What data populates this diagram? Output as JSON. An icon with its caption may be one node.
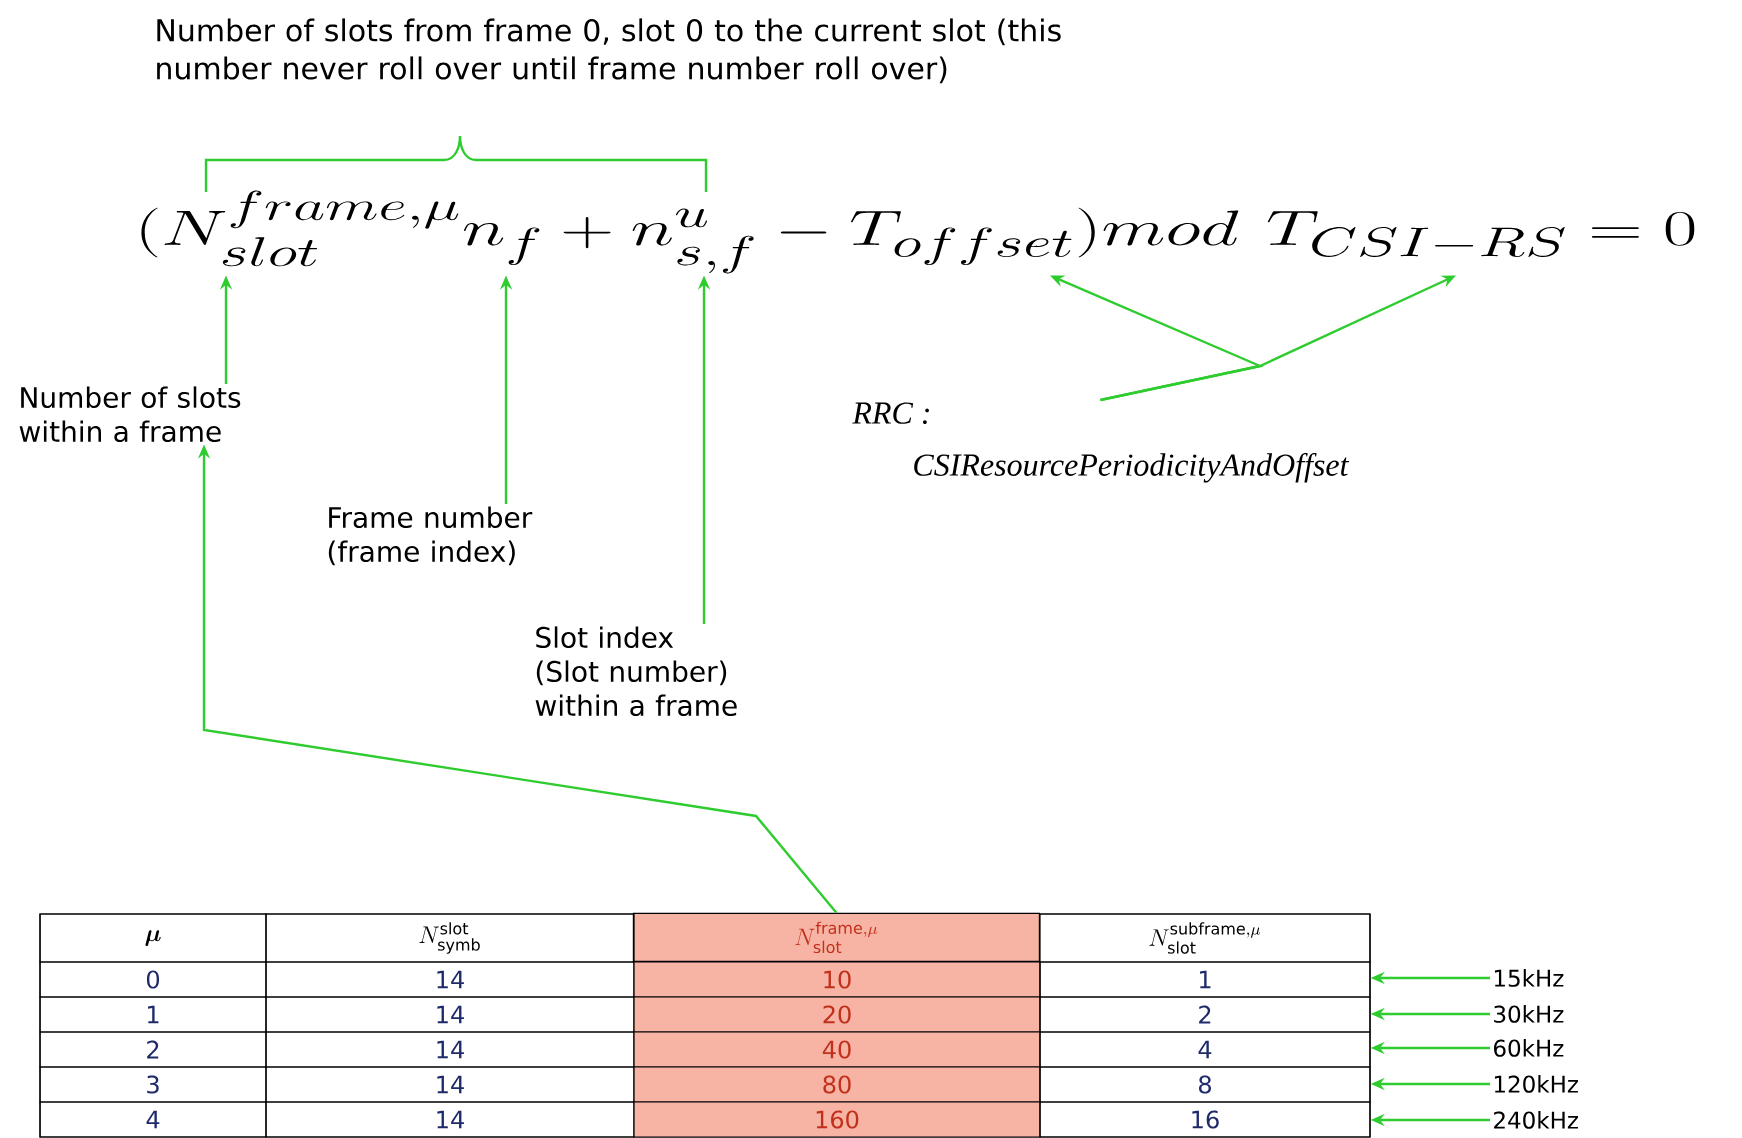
{
  "diagram": {
    "nodes": [
      {
        "text": [
          "Number of slots from frame 0, slot 0 to the current slot (this number never roll over until frame number roll over)"
        ]
      },
      {
        "text": [
          "(N_{slot}^{frame,\\mu} n_f + n_{s,f}^{u} - T_{offset}) mod\\ T_{CSI-RS} = 0"
        ]
      },
      {
        "text": [
          "Number of slots within a frame"
        ]
      },
      {
        "text": [
          "Frame number (frame index)"
        ]
      },
      {
        "text": [
          "Slot index (Slot number) within a frame"
        ]
      },
      {
        "text": [
          "RRC :",
          "CSIResourcePeriodicityAndOffset"
        ]
      },
      {
        "text": [],
        "shape": "box"
      },
      {
        "text": [
          "N^{\\mathrm{frame},\\mu}_{\\mathrm{slot}}"
        ],
        "in": 6
      },
      {
        "text": [
          "15kHz"
        ]
      },
      {
        "text": [
          "30kHz"
        ]
      },
      {
        "text": [
          "60kHz"
        ]
      },
      {
        "text": [
          "120kHz"
        ]
      },
      {
        "text": [
          "240kHz"
        ]
      }
    ],
    "edges": [
      {
        "from": 2,
        "to": 1,
        "arrow": "to"
      },
      {
        "from": 3,
        "to": 1,
        "arrow": "to"
      },
      {
        "from": 4,
        "to": 1,
        "arrow": "to"
      },
      {
        "from": 5,
        "to": 1,
        "arrow": "to"
      },
      {
        "from": 5,
        "to": 1,
        "arrow": "to"
      },
      {
        "from": 7,
        "to": 2,
        "arrow": "to"
      },
      {
        "from": 8,
        "to": 6,
        "arrow": "to"
      },
      {
        "from": 9,
        "to": 6,
        "arrow": "to"
      },
      {
        "from": 10,
        "to": 6,
        "arrow": "to"
      },
      {
        "from": 11,
        "to": 6,
        "arrow": "to"
      },
      {
        "from": 12,
        "to": 6,
        "arrow": "to"
      }
    ],
    "labels": [
      "\\boldsymbol{\\mu}",
      "N^{\\mathrm{slot}}_{\\mathrm{symb}}",
      "N^{\\mathrm{subframe},\\mu}_{\\mathrm{slot}}",
      "0",
      "14",
      "10",
      "1",
      "1",
      "14",
      "20",
      "2",
      "2",
      "14",
      "40",
      "4",
      "3",
      "14",
      "80",
      "8",
      "4",
      "14",
      "160",
      "16"
    ]
  }
}
